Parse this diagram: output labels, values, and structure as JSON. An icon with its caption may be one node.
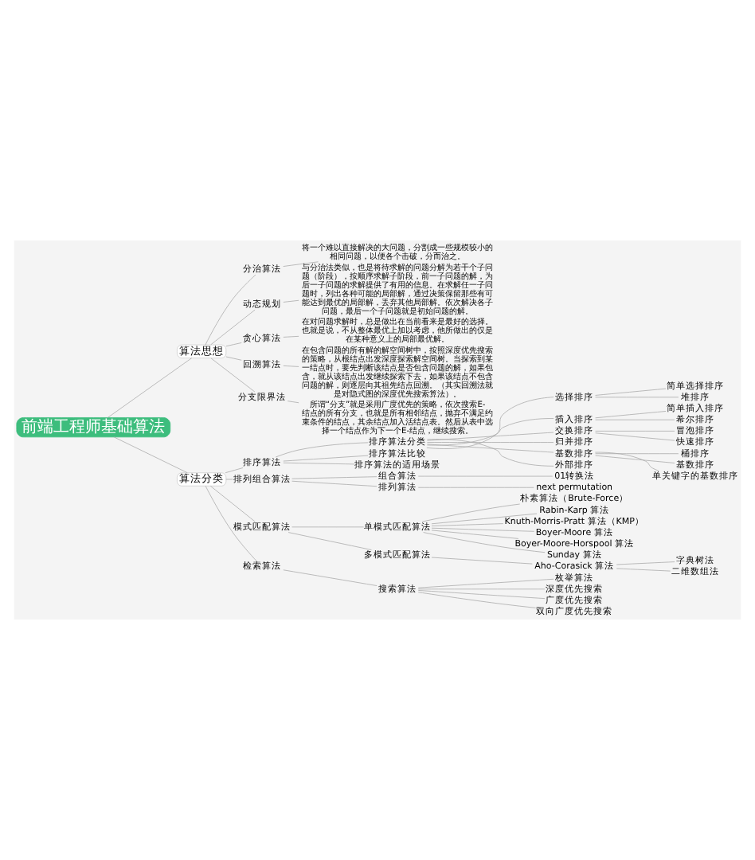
{
  "diagram": {
    "nodes": [
      {
        "text": [
          "前端工程师基础算法"
        ]
      },
      {
        "text": [
          "算法思想"
        ]
      },
      {
        "text": [
          "分治算法"
        ]
      },
      {
        "text": [
          "将一个难以直接解决的大问题，分割成一些规模较小的相同问题，以便各个击破，分而治之。"
        ]
      },
      {
        "text": [
          "动态规划"
        ]
      },
      {
        "text": [
          "与分治法类似，也是将待求解的问题分解为若干个子问题（阶段），按顺序求解子阶段，前一子问题的解，为后一子问题的求解提供了有用的信息。在求解任一子问题时，列出各种可能的局部解，通过决策保留那些有可能达到最优的局部解，丢弃其他局部解。依次解决各子问题，最后一个子问题就是初始问题的解。"
        ]
      },
      {
        "text": [
          "贪心算法"
        ]
      },
      {
        "text": [
          "在对问题求解时，总是做出在当前看来是最好的选择。也就是说，不从整体最优上加以考虑，他所做出的仅是在某种意义上的局部最优解。"
        ]
      },
      {
        "text": [
          "回溯算法"
        ]
      },
      {
        "text": [
          "在包含问题的所有解的解空间树中，按照深度优先搜索的策略，从根结点出发深度探索解空间树。当探索到某一结点时，要先判断该结点是否包含问题的解，如果包含，就从该结点出发继续探索下去，如果该结点不包含问题的解，则逐层向其祖先结点回溯。（其实回溯法就是对隐式图的深度优先搜索算法）。"
        ]
      },
      {
        "text": [
          "分支限界法"
        ]
      },
      {
        "text": [
          "所谓“分支”就是采用广度优先的策略，依次搜索E-结点的所有分支，也就是所有相邻结点，抛弃不满足约束条件的结点，其余结点加入活结点表。然后从表中选择一个结点作为下一个E-结点，继续搜索。"
        ]
      },
      {
        "text": [
          "算法分类"
        ]
      },
      {
        "text": [
          "排序算法"
        ]
      },
      {
        "text": [
          "排序算法分类"
        ]
      },
      {
        "text": [
          "选择排序"
        ]
      },
      {
        "text": [
          "简单选择排序"
        ]
      },
      {
        "text": [
          "堆排序"
        ]
      },
      {
        "text": [
          "插入排序"
        ]
      },
      {
        "text": [
          "简单插入排序"
        ]
      },
      {
        "text": [
          "希尔排序"
        ]
      },
      {
        "text": [
          "交换排序"
        ]
      },
      {
        "text": [
          "冒泡排序"
        ]
      },
      {
        "text": [
          "快速排序"
        ]
      },
      {
        "text": [
          "归并排序"
        ]
      },
      {
        "text": [
          "基数排序"
        ]
      },
      {
        "text": [
          "桶排序"
        ]
      },
      {
        "text": [
          "基数排序"
        ]
      },
      {
        "text": [
          "单关键字的基数排序"
        ]
      },
      {
        "text": [
          "外部排序"
        ]
      },
      {
        "text": [
          "排序算法比较"
        ]
      },
      {
        "text": [
          "排序算法的适用场景"
        ]
      },
      {
        "text": [
          "排列组合算法"
        ]
      },
      {
        "text": [
          "组合算法"
        ]
      },
      {
        "text": [
          "01转换法"
        ]
      },
      {
        "text": [
          "排列算法"
        ]
      },
      {
        "text": [
          "next permutation"
        ]
      },
      {
        "text": [
          "模式匹配算法"
        ]
      },
      {
        "text": [
          "单模式匹配算法"
        ]
      },
      {
        "text": [
          "朴素算法（Brute-Force）"
        ]
      },
      {
        "text": [
          "Rabin-Karp 算法"
        ]
      },
      {
        "text": [
          "Knuth-Morris-Pratt 算法（KMP）"
        ]
      },
      {
        "text": [
          "Boyer-Moore 算法"
        ]
      },
      {
        "text": [
          "Boyer-Moore-Horspool 算法"
        ]
      },
      {
        "text": [
          "Sunday 算法"
        ]
      },
      {
        "text": [
          "多模式匹配算法"
        ]
      },
      {
        "text": [
          "Aho-Corasick 算法"
        ]
      },
      {
        "text": [
          "字典树法"
        ]
      },
      {
        "text": [
          "二维数组法"
        ]
      },
      {
        "text": [
          "检索算法"
        ]
      },
      {
        "text": [
          "搜索算法"
        ]
      },
      {
        "text": [
          "枚举算法"
        ]
      },
      {
        "text": [
          "深度优先搜索"
        ]
      },
      {
        "text": [
          "广度优先搜索"
        ]
      },
      {
        "text": [
          "双向广度优先搜索"
        ]
      }
    ],
    "edges": [
      {
        "from": 0,
        "to": 1,
        "arrow": "none"
      },
      {
        "from": 1,
        "to": 2,
        "arrow": "none"
      },
      {
        "from": 2,
        "to": 3,
        "arrow": "none"
      },
      {
        "from": 1,
        "to": 4,
        "arrow": "none"
      },
      {
        "from": 4,
        "to": 5,
        "arrow": "none"
      },
      {
        "from": 1,
        "to": 6,
        "arrow": "none"
      },
      {
        "from": 6,
        "to": 7,
        "arrow": "none"
      },
      {
        "from": 1,
        "to": 8,
        "arrow": "none"
      },
      {
        "from": 8,
        "to": 9,
        "arrow": "none"
      },
      {
        "from": 1,
        "to": 10,
        "arrow": "none"
      },
      {
        "from": 10,
        "to": 11,
        "arrow": "none"
      },
      {
        "from": 0,
        "to": 12,
        "arrow": "none"
      },
      {
        "from": 12,
        "to": 13,
        "arrow": "none"
      },
      {
        "from": 13,
        "to": 14,
        "arrow": "none"
      },
      {
        "from": 14,
        "to": 15,
        "arrow": "none"
      },
      {
        "from": 15,
        "to": 16,
        "arrow": "none"
      },
      {
        "from": 15,
        "to": 17,
        "arrow": "none"
      },
      {
        "from": 14,
        "to": 18,
        "arrow": "none"
      },
      {
        "from": 18,
        "to": 19,
        "arrow": "none"
      },
      {
        "from": 18,
        "to": 20,
        "arrow": "none"
      },
      {
        "from": 14,
        "to": 21,
        "arrow": "none"
      },
      {
        "from": 21,
        "to": 22,
        "arrow": "none"
      },
      {
        "from": 21,
        "to": 23,
        "arrow": "none"
      },
      {
        "from": 14,
        "to": 24,
        "arrow": "none"
      },
      {
        "from": 14,
        "to": 25,
        "arrow": "none"
      },
      {
        "from": 25,
        "to": 26,
        "arrow": "none"
      },
      {
        "from": 25,
        "to": 27,
        "arrow": "none"
      },
      {
        "from": 25,
        "to": 28,
        "arrow": "none"
      },
      {
        "from": 14,
        "to": 29,
        "arrow": "none"
      },
      {
        "from": 13,
        "to": 30,
        "arrow": "none"
      },
      {
        "from": 13,
        "to": 31,
        "arrow": "none"
      },
      {
        "from": 12,
        "to": 32,
        "arrow": "none"
      },
      {
        "from": 32,
        "to": 33,
        "arrow": "none"
      },
      {
        "from": 33,
        "to": 34,
        "arrow": "none"
      },
      {
        "from": 32,
        "to": 35,
        "arrow": "none"
      },
      {
        "from": 35,
        "to": 36,
        "arrow": "none"
      },
      {
        "from": 12,
        "to": 37,
        "arrow": "none"
      },
      {
        "from": 37,
        "to": 38,
        "arrow": "none"
      },
      {
        "from": 38,
        "to": 39,
        "arrow": "none"
      },
      {
        "from": 38,
        "to": 40,
        "arrow": "none"
      },
      {
        "from": 38,
        "to": 41,
        "arrow": "none"
      },
      {
        "from": 38,
        "to": 42,
        "arrow": "none"
      },
      {
        "from": 38,
        "to": 43,
        "arrow": "none"
      },
      {
        "from": 38,
        "to": 44,
        "arrow": "none"
      },
      {
        "from": 37,
        "to": 45,
        "arrow": "none"
      },
      {
        "from": 45,
        "to": 46,
        "arrow": "none"
      },
      {
        "from": 46,
        "to": 47,
        "arrow": "none"
      },
      {
        "from": 46,
        "to": 48,
        "arrow": "none"
      },
      {
        "from": 12,
        "to": 49,
        "arrow": "none"
      },
      {
        "from": 49,
        "to": 50,
        "arrow": "none"
      },
      {
        "from": 50,
        "to": 51,
        "arrow": "none"
      },
      {
        "from": 50,
        "to": 52,
        "arrow": "none"
      },
      {
        "from": 50,
        "to": 53,
        "arrow": "none"
      },
      {
        "from": 50,
        "to": 54,
        "arrow": "none"
      }
    ]
  }
}
